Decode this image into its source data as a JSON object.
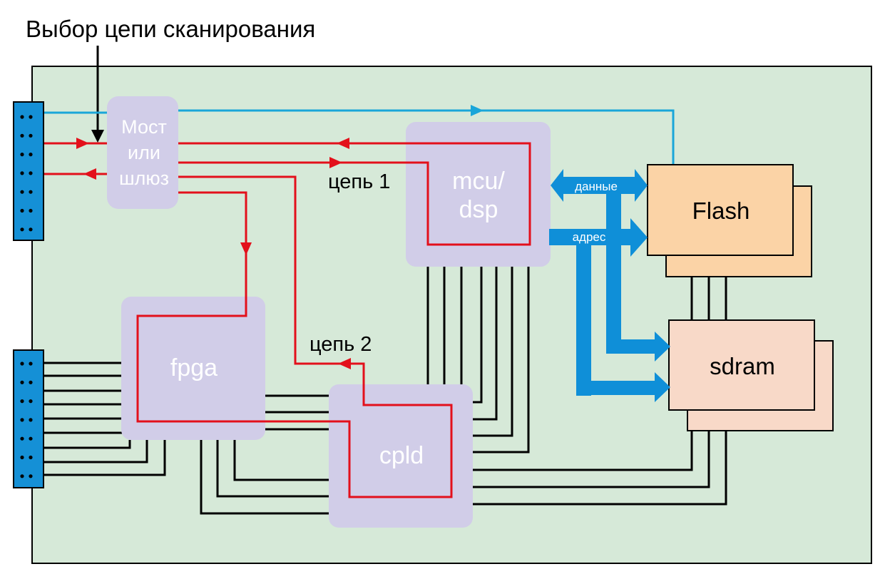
{
  "title": "Выбор цепи сканирования",
  "colors": {
    "board": "#d6e9d8",
    "chip": "#d1cde8",
    "scan_chain": "#e3101b",
    "tck_line": "#1aa6d9",
    "bus": "#0f8fd8",
    "connector": "#1590d6",
    "flash": "#fbd3a6",
    "sdram": "#f8d9c8"
  },
  "blocks": {
    "bridge": {
      "label_lines": [
        "Мост",
        "или",
        "шлюз"
      ]
    },
    "mcu": {
      "label_lines": [
        "mcu/",
        "dsp"
      ]
    },
    "fpga": {
      "label": "fpga"
    },
    "cpld": {
      "label": "cpld"
    },
    "flash": {
      "label": "Flash"
    },
    "sdram": {
      "label": "sdram"
    }
  },
  "chains": {
    "chain1": "цепь 1",
    "chain2": "цепь 2"
  },
  "buses": {
    "data": "данные",
    "address": "адрес"
  },
  "connectors": {
    "top_pin_rows": 7,
    "bottom_pin_rows": 7
  }
}
